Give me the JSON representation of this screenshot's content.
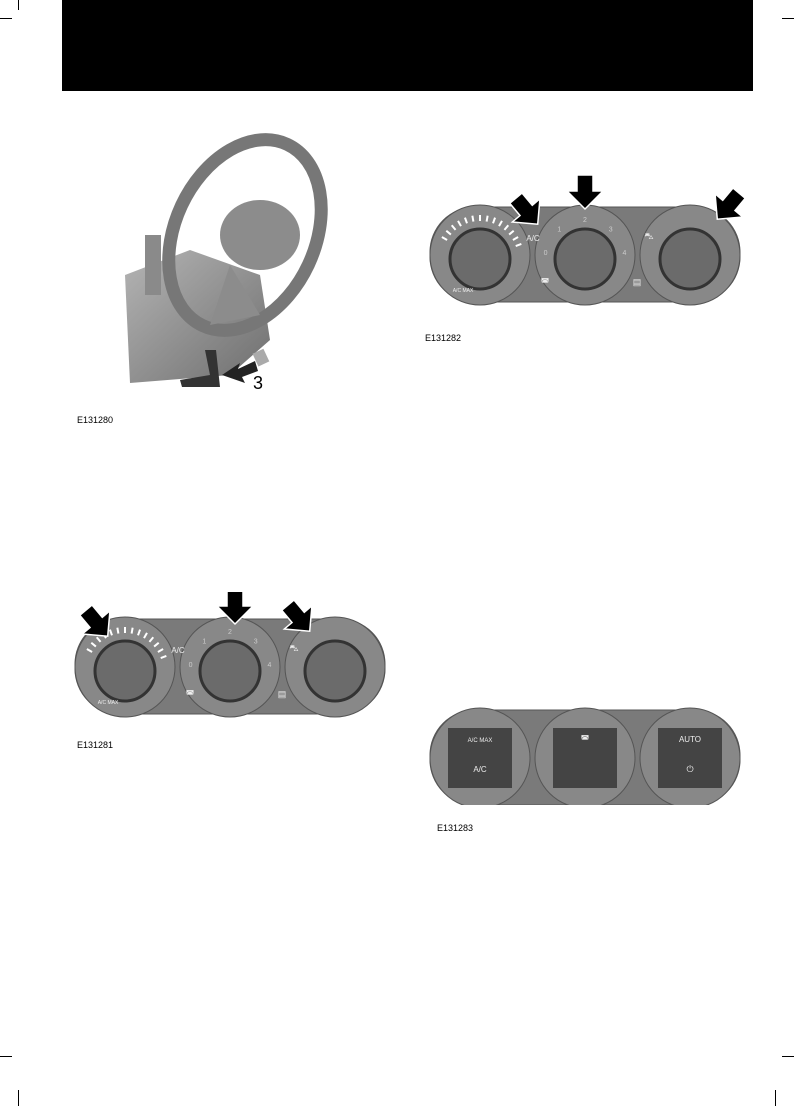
{
  "figures": [
    {
      "id": "E131280",
      "callout": "3"
    },
    {
      "id": "E131282",
      "labels": {
        "ac": "A/C",
        "acmax": "A/C MAX",
        "fan": [
          "0",
          "1",
          "2",
          "3",
          "4"
        ]
      }
    },
    {
      "id": "E131281",
      "labels": {
        "ac": "A/C",
        "acmax": "A/C MAX",
        "fan": [
          "0",
          "1",
          "2",
          "3",
          "4"
        ]
      }
    },
    {
      "id": "E131283",
      "labels": {
        "acmax": "A/C MAX",
        "ac": "A/C",
        "auto": "AUTO"
      }
    }
  ],
  "colors": {
    "header": "#000000",
    "panel": "#7a7a7a",
    "knob": "#6b6b6b"
  }
}
